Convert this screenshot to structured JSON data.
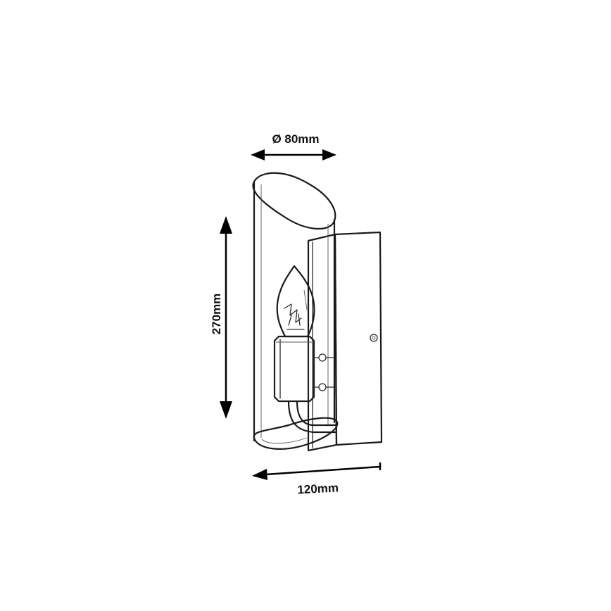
{
  "dimensions": {
    "diameter_label": "Ø 80mm",
    "height_label": "270mm",
    "width_label": "120mm"
  },
  "colors": {
    "line": "#1a1a1a",
    "background": "#ffffff"
  }
}
